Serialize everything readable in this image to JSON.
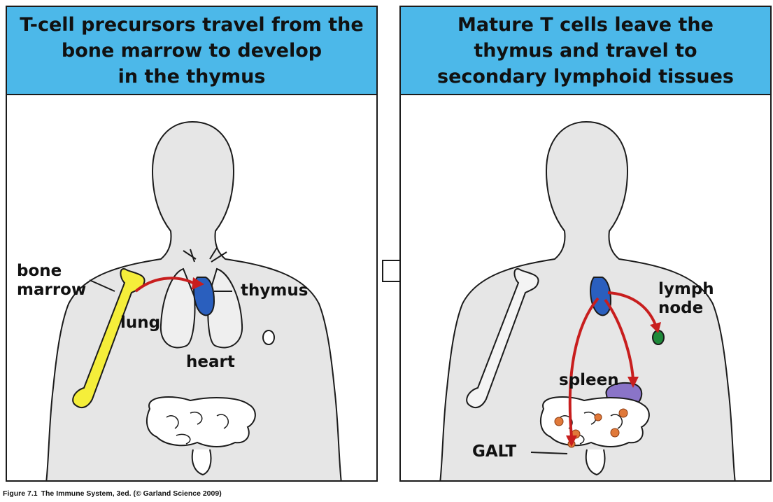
{
  "panels": [
    {
      "title": [
        "T-cell precursors travel from the",
        "bone marrow to develop",
        "in the thymus"
      ],
      "labels": {
        "bone_marrow": [
          "bone",
          "marrow"
        ],
        "lung": "lung",
        "thymus": "thymus",
        "heart": "heart"
      }
    },
    {
      "title": [
        "Mature T cells leave the",
        "thymus and travel to",
        "secondary lymphoid tissues"
      ],
      "labels": {
        "lymph_node": [
          "lymph",
          "node"
        ],
        "spleen": "spleen",
        "galt": "GALT"
      }
    }
  ],
  "caption": {
    "figure": "Figure 7.1",
    "text": "The Immune System, 3ed. (© Garland Science 2009)"
  },
  "colors": {
    "header": "#4cb8e9",
    "body_fill": "#e6e6e6",
    "bone": "#f5ee3a",
    "thymus": "#2a5fbe",
    "arrow": "#c81e1e",
    "spleen": "#8a74c8",
    "lymph_node": "#1f8a3a",
    "galt_patch": "#e0793a"
  }
}
